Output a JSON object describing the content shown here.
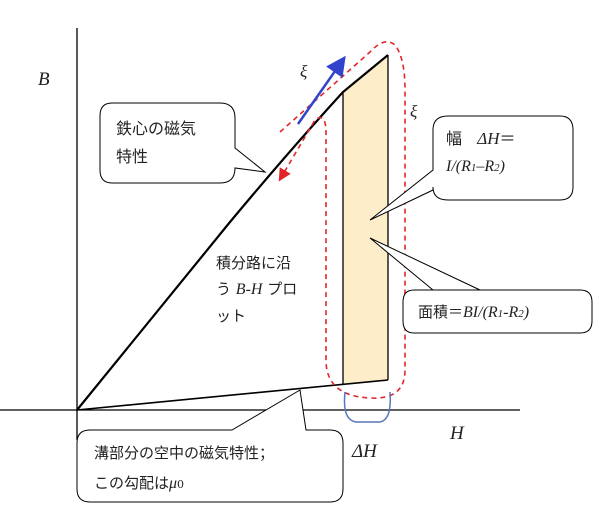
{
  "axes": {
    "y_label": "B",
    "x_label": "H"
  },
  "path_symbol": "ξ",
  "delta_h_label": "ΔH",
  "callouts": {
    "iron_core": {
      "line1": "鉄心の磁気",
      "line2": "特性"
    },
    "width": {
      "prefix": "幅",
      "delta": "ΔH",
      "eq": "＝",
      "formula_i": "I/(R",
      "sub1": "1",
      "dash": "–R",
      "sub2": "2",
      "close": ")"
    },
    "area": {
      "prefix": "面積＝",
      "formula": "BI/(R",
      "sub1": "1",
      "dash": "-R",
      "sub2": "2",
      "close": ")"
    },
    "air_gap": {
      "line1": "溝部分の空中の磁気特性；",
      "line2_prefix": "この勾配は",
      "mu": "μ",
      "mu_sub": "0"
    }
  },
  "plot_caption": {
    "line1": "積分路に沿",
    "line2_prefix": "う",
    "line2_bh": "B-H",
    "line2_suffix": "プロ",
    "line3": "ット"
  },
  "colors": {
    "fill": "#fdedc8",
    "path": "#e0262a",
    "arrow": "#3344cc",
    "bracket": "#5577bb"
  }
}
